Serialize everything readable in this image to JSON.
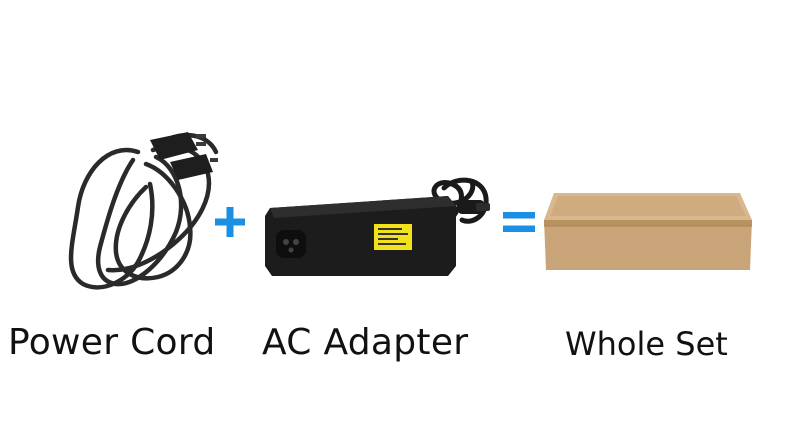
{
  "products": {
    "cord": {
      "label": "Power Cord",
      "icon": "power-cord-icon"
    },
    "adapter": {
      "label": "AC Adapter",
      "icon": "ac-adapter-icon"
    },
    "set": {
      "label": "Whole Set",
      "icon": "cardboard-box-icon"
    }
  },
  "operators": {
    "plus": {
      "icon": "plus-icon"
    },
    "equals": {
      "icon": "equals-icon"
    }
  },
  "colors": {
    "operator": "#1a8fe3",
    "device": "#1c1c1c",
    "warning_label": "#f2e21a",
    "box_face": "#c9a479",
    "box_top": "#d9b88e",
    "text": "#111111"
  }
}
